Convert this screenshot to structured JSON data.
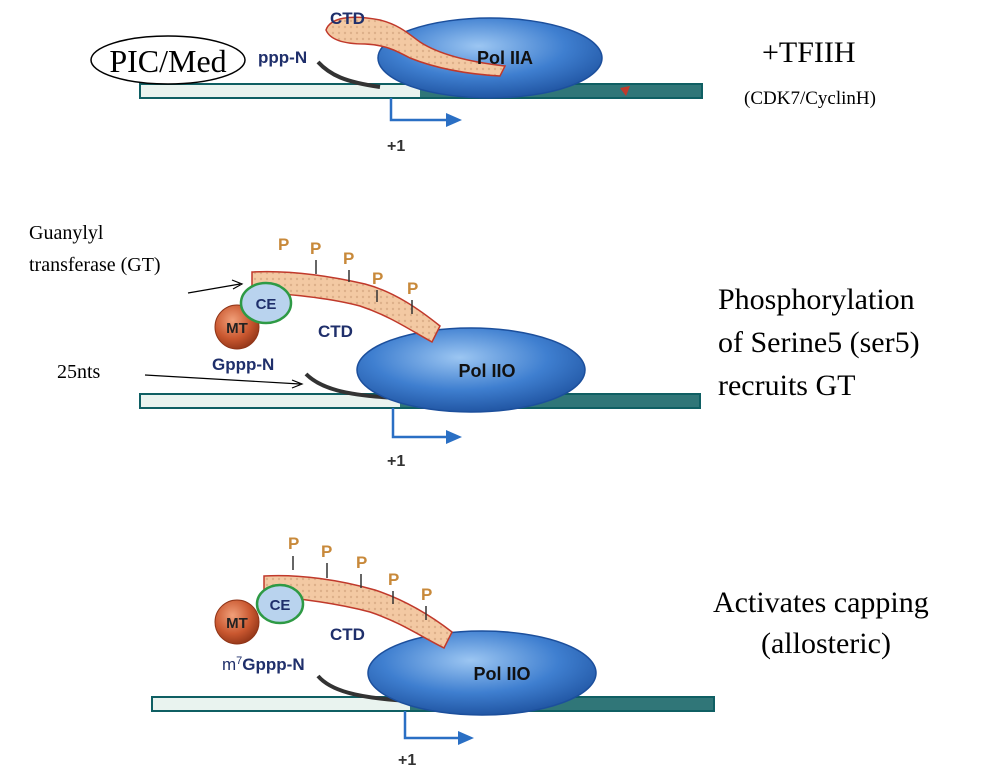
{
  "panel1": {
    "pic_label": "PIC/Med",
    "ctd_label": "CTD",
    "rna_label": "ppp-N",
    "pol_label": "Pol IIA",
    "tss_label": "+1",
    "side_title": "+TFIIH",
    "side_sub": "(CDK7/CyclinH)"
  },
  "panel2": {
    "gt_label_line1": "Guanylyl",
    "gt_label_line2": "transferase (GT)",
    "nts_label": "25nts",
    "ce_label": "CE",
    "mt_label": "MT",
    "ctd_label": "CTD",
    "rna_label": "Gppp-N",
    "pol_label": "Pol IIO",
    "tss_label": "+1",
    "phospho": [
      "P",
      "P",
      "P",
      "P",
      "P"
    ],
    "side_line1": "Phosphorylation",
    "side_line2": "of Serine5 (ser5)",
    "side_line3": "recruits GT"
  },
  "panel3": {
    "ce_label": "CE",
    "mt_label": "MT",
    "ctd_label": "CTD",
    "rna_prefix": "m",
    "rna_sup": "7",
    "rna_rest": "Gppp-N",
    "pol_label": "Pol IIO",
    "tss_label": "+1",
    "phospho": [
      "P",
      "P",
      "P",
      "P",
      "P"
    ],
    "side_line1": "Activates capping",
    "side_line2": "(allosteric)"
  },
  "colors": {
    "pol_blue": "#2f6fc4",
    "dna_teal": "#0f5f63",
    "dna_light": "#e9f3ef",
    "ctd_fill": "#f2c7a0",
    "ctd_edge": "#c0392b",
    "mt_fill": "#c4532f",
    "ce_ring": "#2e9a45",
    "ce_fill": "#b9d3ee",
    "phospho": "#c8893a",
    "arrow_blue": "#2a6fc4",
    "label_navy": "#1f2f6b"
  }
}
